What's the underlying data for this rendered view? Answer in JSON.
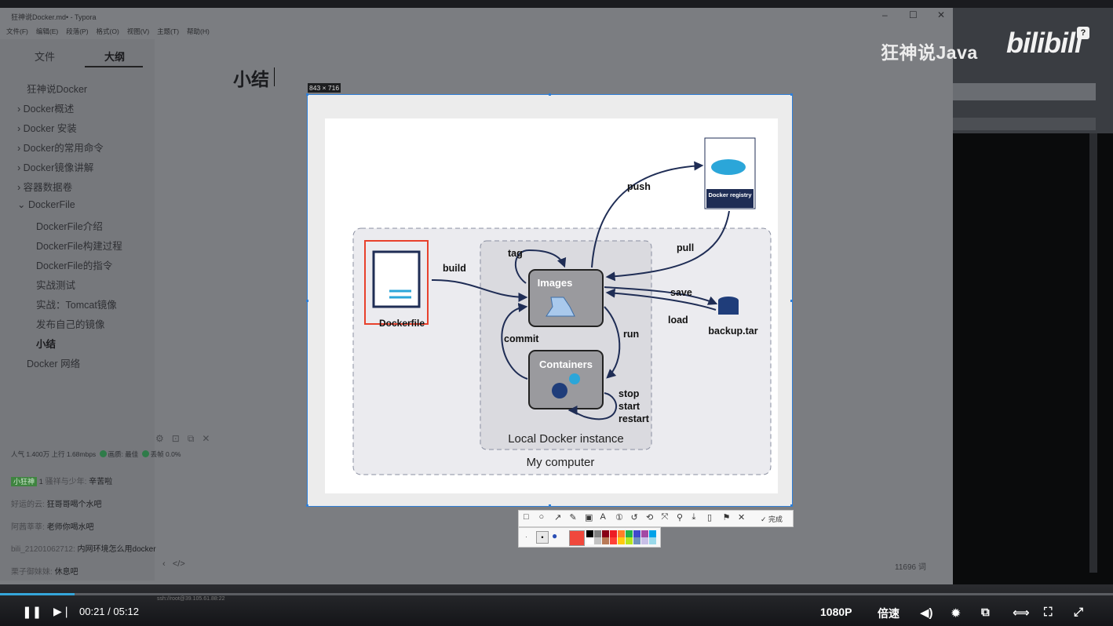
{
  "window": {
    "title": "狂神说Docker.md• - Typora",
    "controls": [
      "–",
      "☐",
      "✕"
    ]
  },
  "menu": [
    "文件(F)",
    "编辑(E)",
    "段落(P)",
    "格式(O)",
    "视图(V)",
    "主题(T)",
    "帮助(H)"
  ],
  "sidebar": {
    "tabs": [
      "文件",
      "大纲"
    ],
    "active_tab": "大纲",
    "outline": [
      {
        "label": "狂神说Docker",
        "indent": 0
      },
      {
        "label": "› Docker概述",
        "indent": 0
      },
      {
        "label": "› Docker 安装",
        "indent": 0
      },
      {
        "label": "› Docker的常用命令",
        "indent": 0
      },
      {
        "label": "› Docker镜像讲解",
        "indent": 0
      },
      {
        "label": "› 容器数据卷",
        "indent": 0
      },
      {
        "label": "⌄ DockerFile",
        "indent": 0
      },
      {
        "label": "DockerFile介绍",
        "indent": 1
      },
      {
        "label": "DockerFile构建过程",
        "indent": 1
      },
      {
        "label": "DockerFile的指令",
        "indent": 1
      },
      {
        "label": "实战测试",
        "indent": 1
      },
      {
        "label": "实战：Tomcat镜像",
        "indent": 1
      },
      {
        "label": "发布自己的镜像",
        "indent": 1
      },
      {
        "label": "小结",
        "indent": 1,
        "active": true
      },
      {
        "label": "Docker 网络",
        "indent": 0
      }
    ]
  },
  "document": {
    "heading": "小结",
    "word_count": "11696 词"
  },
  "stream": {
    "stats": "人气 1.400万  上行 1.68mbps",
    "quality": "画质: 最佳",
    "drop": "丢帧 0.0%",
    "chat": [
      {
        "user": "小狂神",
        "level": "1",
        "name": "骚祥与少年:",
        "text": "辛苦啦"
      },
      {
        "user": "",
        "name": "好运的云:",
        "text": "狂哥哥喝个水吧"
      },
      {
        "user": "",
        "name": "阿茜莘莘:",
        "text": "老师你喝水吧"
      },
      {
        "user": "",
        "name": "bili_21201062712:",
        "text": "内网环境怎么用docker"
      },
      {
        "user": "",
        "name": "栗子御妹妹:",
        "text": "休息吧"
      }
    ]
  },
  "overlay": {
    "watermark": "狂神说Java",
    "logo": "bilibili",
    "help": "?"
  },
  "screenshot_tool": {
    "size_label": "843 × 716",
    "toolbar_icons": [
      "rect-icon",
      "circle-icon",
      "arrow-icon",
      "pen-icon",
      "mosaic-icon",
      "text-icon",
      "number-icon",
      "undo-icon",
      "ocr-icon",
      "scan-icon",
      "pin-icon",
      "save-icon",
      "copy-icon",
      "bookmark-icon",
      "close-icon",
      "check-icon"
    ],
    "finish_label": "✓ 完成",
    "palette": [
      "#000000",
      "#7f7f7f",
      "#880015",
      "#ed1c24",
      "#ff7f27",
      "#22b14c",
      "#3f48cc",
      "#a349a4",
      "#00a2e8",
      "#ffffff",
      "#c3c3c3",
      "#b97a57",
      "#ff4136",
      "#ffc90e",
      "#b5e61d",
      "#7092be",
      "#c8bfe7",
      "#99d9ea"
    ],
    "selected_color": "#f0483c"
  },
  "diagram": {
    "my_computer": "My computer",
    "local_instance": "Local Docker instance",
    "dockerfile": "Dockerfile",
    "images": "Images",
    "containers": "Containers",
    "registry": "Docker registry",
    "backup": "backup.tar",
    "build": "build",
    "tag": "tag",
    "push": "push",
    "pull": "pull",
    "save": "save",
    "load": "load",
    "run": "run",
    "commit": "commit",
    "stop": "stop",
    "start": "start",
    "restart": "restart"
  },
  "player": {
    "current_time": "00:21",
    "total_time": "05:12",
    "progress": 0.067,
    "quality": "1080P",
    "speed": "倍速",
    "terminal_status": "ssh://root@39.105.61.88:22"
  }
}
